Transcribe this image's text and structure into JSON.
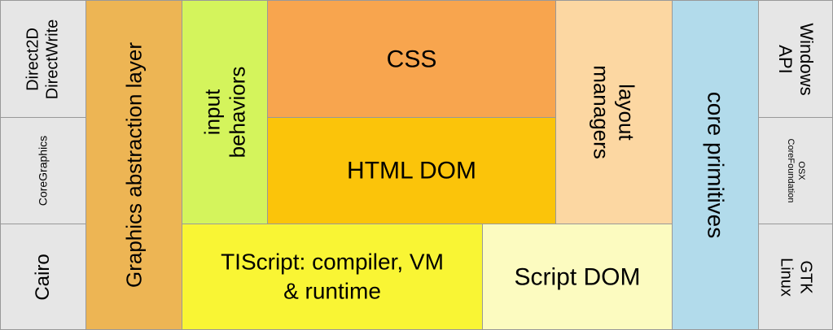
{
  "left_backends": {
    "direct2d": {
      "lines": [
        "Direct2D",
        "DirectWrite"
      ]
    },
    "coregraphics": {
      "label": "CoreGraphics"
    },
    "cairo": {
      "label": "Cairo"
    }
  },
  "graphics_layer": {
    "label": "Graphics abstraction layer"
  },
  "input_behaviors": {
    "lines": [
      "input",
      "behaviors"
    ]
  },
  "css": {
    "label": "CSS"
  },
  "html_dom": {
    "label": "HTML DOM"
  },
  "layout_managers": {
    "lines": [
      "layout",
      "managers"
    ]
  },
  "core_primitives": {
    "label": "core primitives"
  },
  "tiscript": {
    "lines": [
      "TIScript: compiler, VM",
      "& runtime"
    ]
  },
  "script_dom": {
    "label": "Script DOM"
  },
  "right_platforms": {
    "windows": {
      "lines": [
        "Windows",
        "API"
      ]
    },
    "osx": {
      "lines": [
        "OSX",
        "CoreFoundation"
      ]
    },
    "linux": {
      "lines": [
        "GTK",
        "Linux"
      ]
    }
  },
  "colors": {
    "gray": "#e6e6e6",
    "graphics_layer": "#edb554",
    "input_behaviors": "#d4f45c",
    "css": "#f8a54e",
    "html_dom": "#fbc40a",
    "layout_managers": "#fcd7a2",
    "core_primitives": "#b2dbeb",
    "tiscript": "#f9f534",
    "script_dom": "#fcfbc0"
  }
}
